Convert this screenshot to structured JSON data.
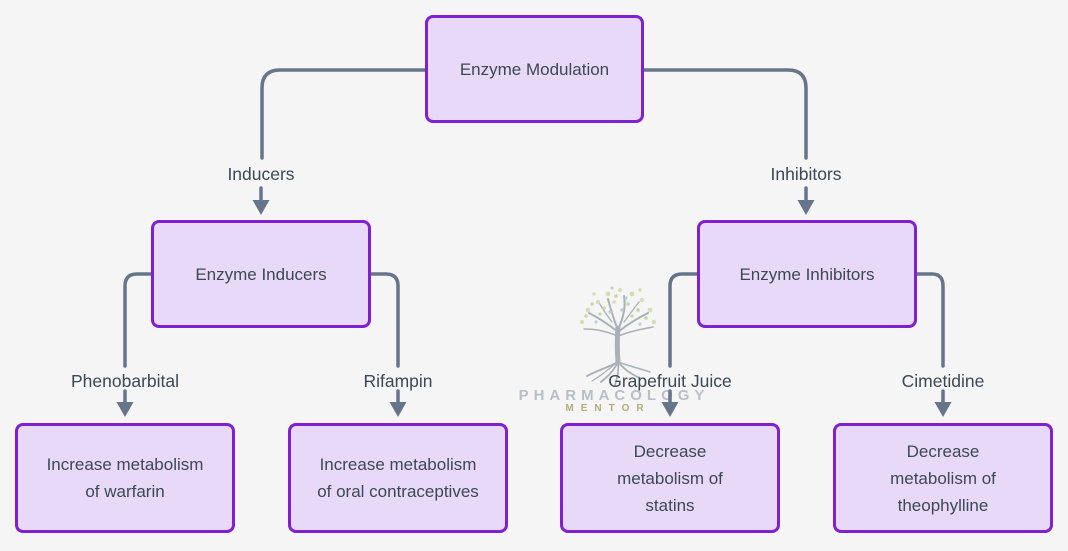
{
  "colors": {
    "background": "#f5f5f5",
    "node_fill": "#e9d9f8",
    "node_border": "#8021d1",
    "connector": "#67758a",
    "text": "#3c4856",
    "watermark_brand_text": "#b9bfc7",
    "watermark_sub_text": "#b1ae7d"
  },
  "diagram": {
    "root": {
      "label": "Enzyme Modulation"
    },
    "branches": [
      {
        "edge_label": "Inducers",
        "node_label": "Enzyme Inducers",
        "children": [
          {
            "edge_label": "Phenobarbital",
            "node_label": "Increase metabolism\nof warfarin"
          },
          {
            "edge_label": "Rifampin",
            "node_label": "Increase metabolism\nof oral contraceptives"
          }
        ]
      },
      {
        "edge_label": "Inhibitors",
        "node_label": "Enzyme Inhibitors",
        "children": [
          {
            "edge_label": "Grapefruit Juice",
            "node_label": "Decrease\nmetabolism of\nstatins"
          },
          {
            "edge_label": "Cimetidine",
            "node_label": "Decrease\nmetabolism of\ntheophylline"
          }
        ]
      }
    ]
  },
  "watermark": {
    "logo": "tree-logo",
    "brand": "PHARMACOLOGY",
    "sub": "MENTOR"
  }
}
